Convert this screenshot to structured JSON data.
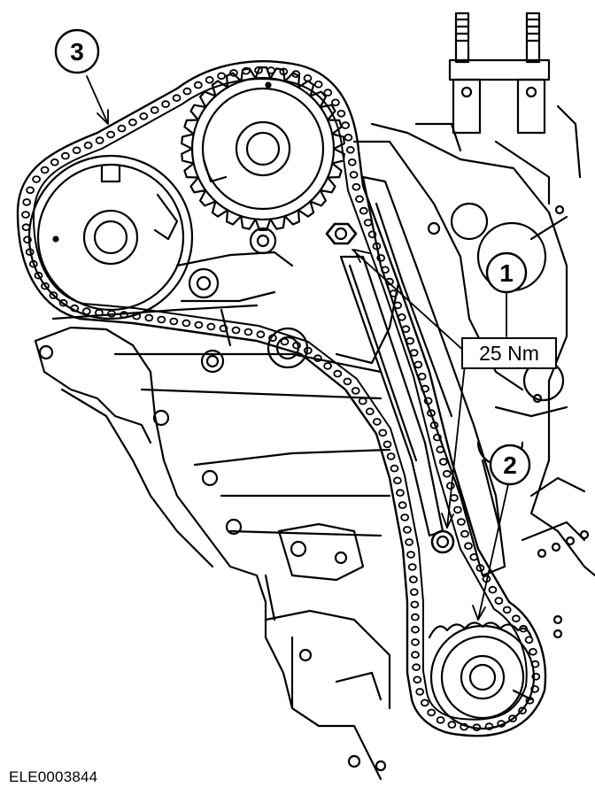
{
  "diagram": {
    "callouts": [
      {
        "id": "callout-1",
        "number": "1"
      },
      {
        "id": "callout-2",
        "number": "2"
      },
      {
        "id": "callout-3",
        "number": "3"
      }
    ],
    "torque_label": "25 Nm",
    "figure_id": "ELE0003844",
    "colors": {
      "ink": "#000000",
      "paper": "#ffffff"
    }
  }
}
